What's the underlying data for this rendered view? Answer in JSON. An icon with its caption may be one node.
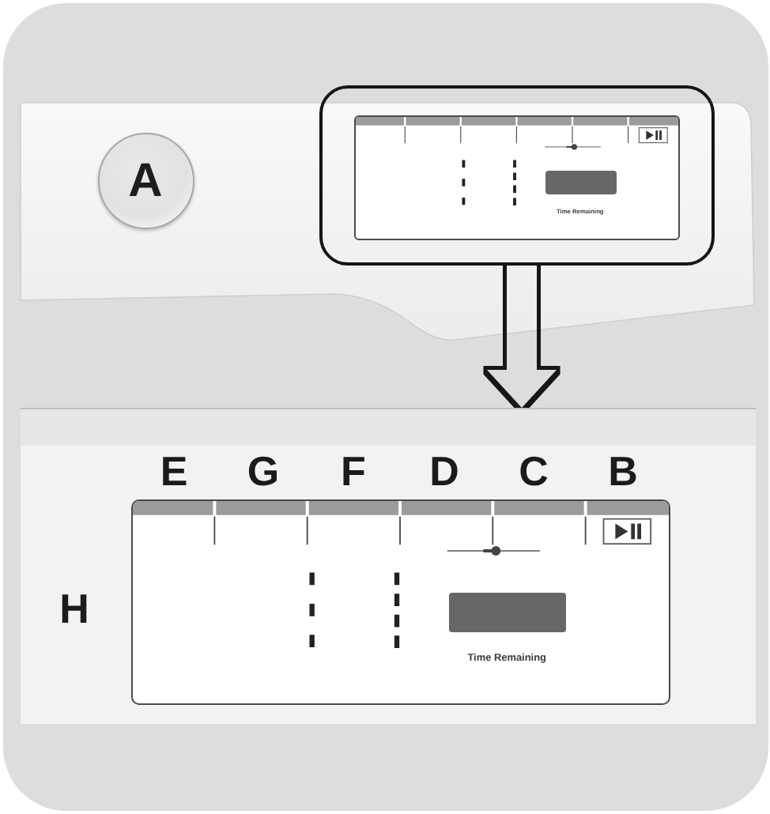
{
  "diagram": {
    "nodes": [
      {
        "text": [
          "A"
        ]
      },
      {
        "text": [],
        "shape": "box"
      },
      {
        "text": [
          "Time Remaining"
        ],
        "in": 1
      },
      {
        "text": [],
        "shape": "box",
        "in": 2
      },
      {
        "text": [],
        "shape": "box"
      },
      {
        "text": [
          "Time Remaining"
        ],
        "in": 4
      },
      {
        "text": [],
        "shape": "box",
        "in": 5
      }
    ],
    "edges": [
      {
        "from": 1,
        "to": 4,
        "arrow": "to"
      }
    ],
    "labels": [
      "E",
      "G",
      "F",
      "D",
      "C",
      "B",
      "H"
    ]
  }
}
